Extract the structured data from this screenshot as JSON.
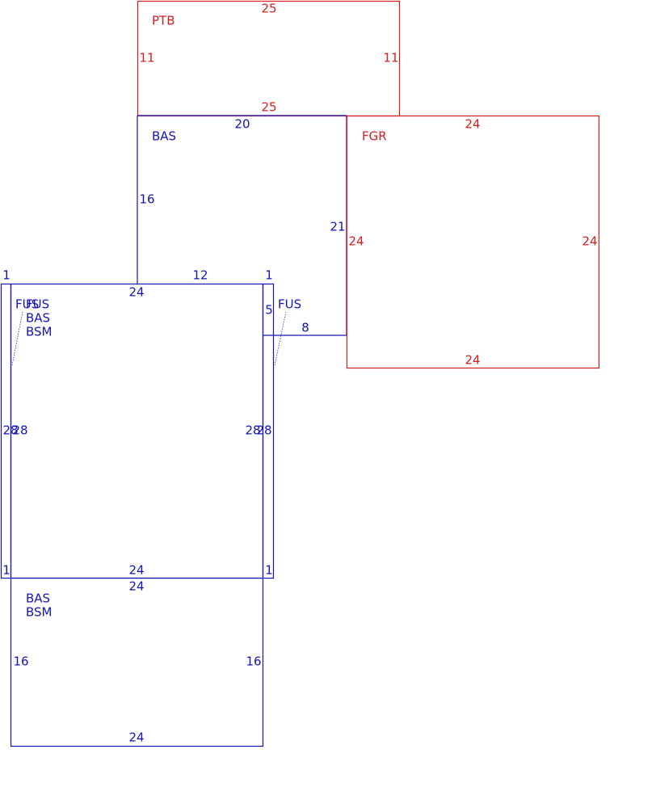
{
  "colors": {
    "red": "#d31e1e",
    "blue": "#1414b8"
  },
  "rooms": [
    {
      "id": "ptb",
      "color": "red",
      "labels": [
        "PTB"
      ],
      "dims": {
        "top": "25",
        "bottom": "25",
        "left": "11",
        "right": "11"
      }
    },
    {
      "id": "bas-upper",
      "color": "blue",
      "labels": [
        "BAS"
      ],
      "dims": {
        "top": "20",
        "left": "16",
        "right": "21",
        "bottom": "12"
      }
    },
    {
      "id": "fgr",
      "color": "red",
      "labels": [
        "FGR"
      ],
      "dims": {
        "top": "24",
        "bottom": "24",
        "left": "24",
        "right": "24"
      }
    },
    {
      "id": "fus-bas-bsm",
      "color": "blue",
      "labels": [
        "FUS",
        "BAS",
        "BSM"
      ],
      "dims": {
        "top": "24",
        "bottom": "24",
        "left": "28",
        "right": "28"
      }
    },
    {
      "id": "fus-left-strip",
      "color": "blue",
      "labels": [
        "FUS"
      ],
      "dims": {
        "top": "1",
        "bottom": "1",
        "left": "28"
      }
    },
    {
      "id": "fus-right-strip",
      "color": "blue",
      "labels": [
        "FUS"
      ],
      "dims": {
        "top": "1",
        "bottom": "1",
        "right": "28"
      }
    },
    {
      "id": "bas-bsm-lower",
      "color": "blue",
      "labels": [
        "BAS",
        "BSM"
      ],
      "dims": {
        "top": "24",
        "bottom": "24",
        "left": "16",
        "right": "16"
      }
    },
    {
      "id": "bas-step",
      "color": "blue",
      "labels": [],
      "dims": {
        "left": "5",
        "bottom": "8"
      }
    }
  ]
}
